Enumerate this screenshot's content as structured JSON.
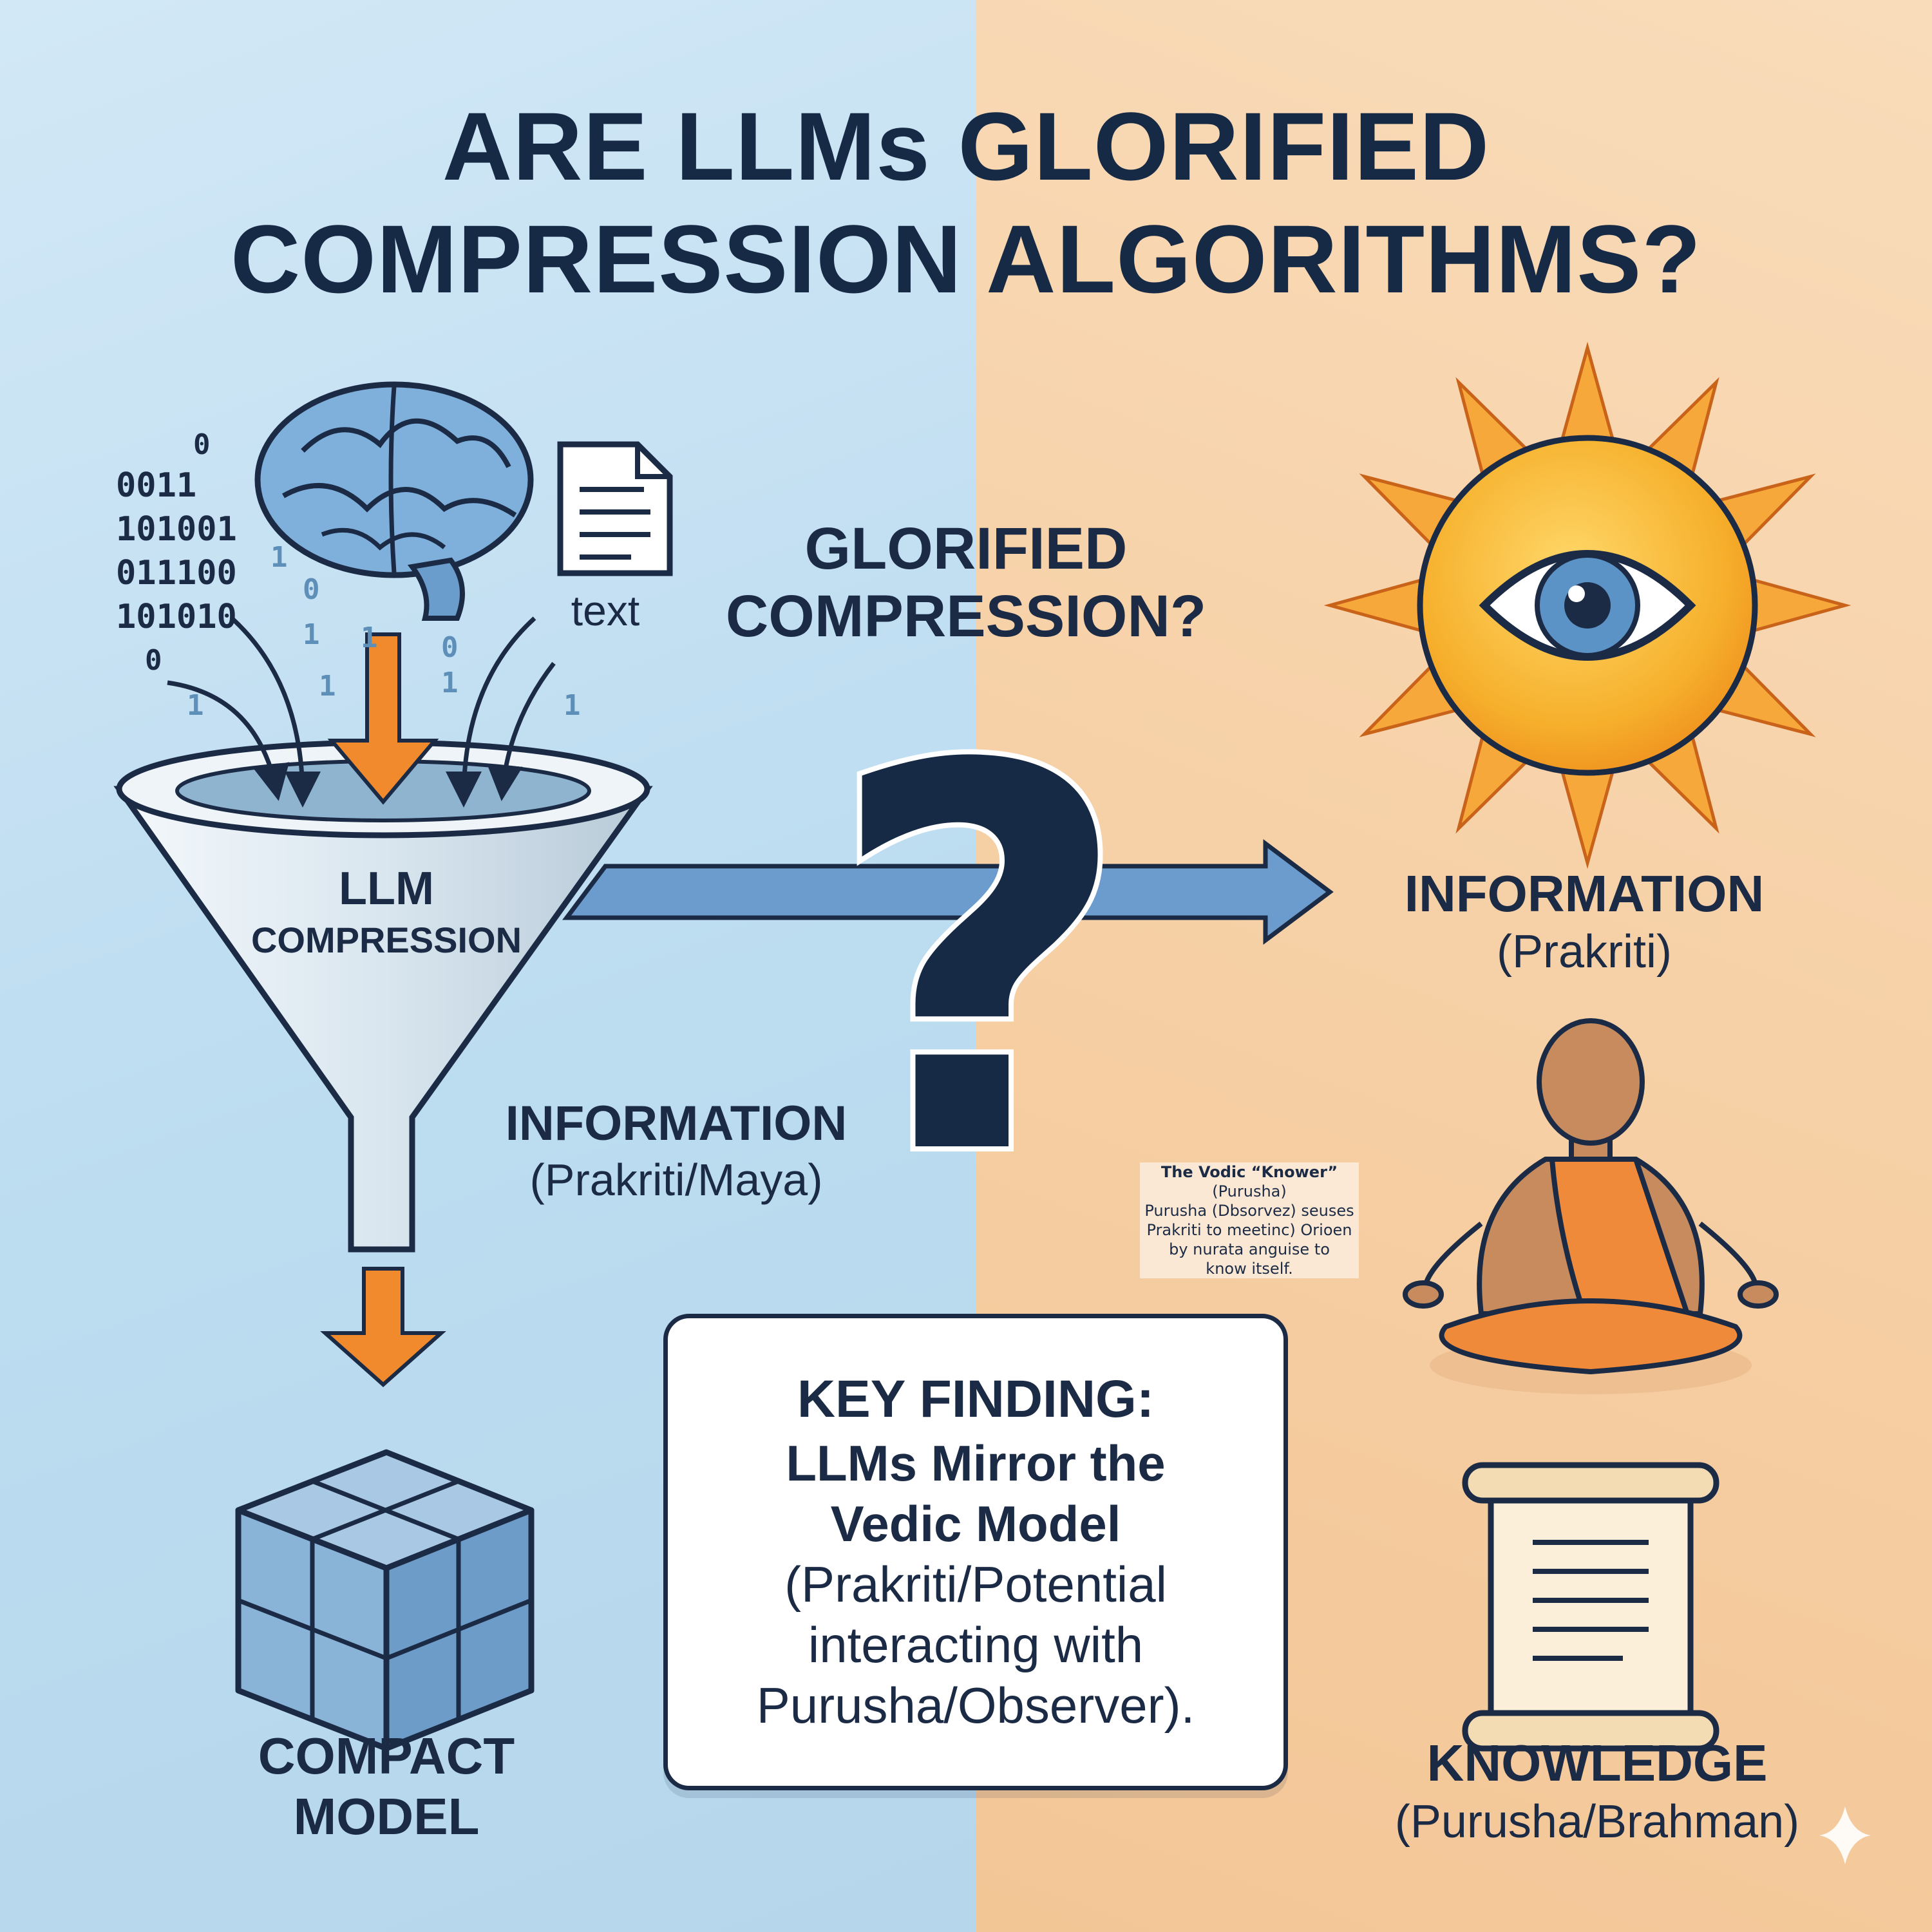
{
  "title": "ARE LLMs GLORIFIED COMPRESSION ALGORITHMS?",
  "question": "GLORIFIED COMPRESSION?",
  "inputs": {
    "binary_lines": [
      "0011",
      "101001",
      "011100",
      "101010"
    ],
    "scattered_bits": [
      "0",
      "0",
      "1",
      "0",
      "1",
      "0",
      "1",
      "1",
      "1",
      "1",
      "1"
    ],
    "text_label": "text"
  },
  "funnel": {
    "label_line1": "LLM",
    "label_line2": "COMPRESSION"
  },
  "left_information": {
    "label": "INFORMATION",
    "sub": "(Prakriti/Maya)"
  },
  "compact_model": {
    "label_line1": "COMPACT",
    "label_line2": "MODEL"
  },
  "right_information": {
    "label": "INFORMATION",
    "sub": "(Prakriti)"
  },
  "knower_quote": {
    "line1": "The Vodic “Knower”",
    "line2": "(Purusha)",
    "line3": "Purusha (Dbsorvez) seuses",
    "line4": "Prakriti to meetinc) Orioen",
    "line5": "by nurata anguise to",
    "line6": "know itself."
  },
  "key_finding": {
    "heading": "KEY FINDING:",
    "line1": "LLMs Mirror the",
    "line2": "Vedic Model",
    "line3": "(Prakriti/Potential",
    "line4": "interacting with",
    "line5": "Purusha/Observer)."
  },
  "knowledge": {
    "label": "KNOWLEDGE",
    "sub": "(Purusha/Brahman)"
  },
  "colors": {
    "left_bg": "#bcdcf0",
    "right_bg": "#f6cfa4",
    "dark_navy": "#1c2b45",
    "accent_orange": "#f08a2c",
    "sun_yellow": "#f7b830",
    "arrow_blue": "#6b9ccd",
    "robe_orange": "#ee8a3a"
  }
}
